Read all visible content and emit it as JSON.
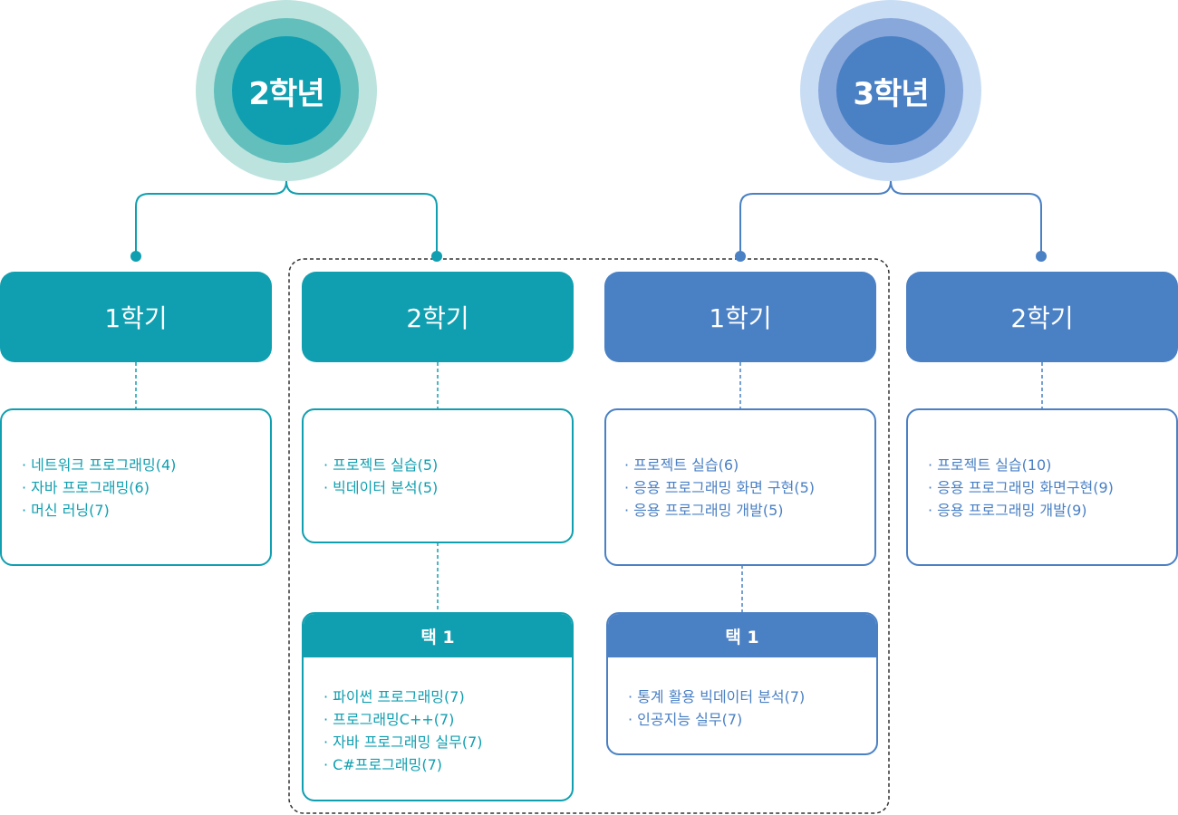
{
  "colors": {
    "teal": "#109fb0",
    "blue": "#4a80c4"
  },
  "years": [
    {
      "label": "2학년",
      "semesters": [
        {
          "label": "1학기",
          "courses": [
            "네트워크 프로그래밍(4)",
            "자바 프로그래밍(6)",
            "머신 러닝(7)"
          ]
        },
        {
          "label": "2학기",
          "courses": [
            "프로젝트 실습(5)",
            "빅데이터 분석(5)"
          ],
          "elective": {
            "label": "택 1",
            "courses": [
              "파이썬 프로그래밍(7)",
              "프로그래밍C++(7)",
              "자바 프로그래밍 실무(7)",
              "C#프로그래밍(7)"
            ]
          }
        }
      ]
    },
    {
      "label": "3학년",
      "semesters": [
        {
          "label": "1학기",
          "courses": [
            "프로젝트 실습(6)",
            "응용 프로그래밍 화면 구현(5)",
            "응용 프로그래밍 개발(5)"
          ],
          "elective": {
            "label": "택 1",
            "courses": [
              "통계 활용 빅데이터 분석(7)",
              "인공지능 실무(7)"
            ]
          }
        },
        {
          "label": "2학기",
          "courses": [
            "프로젝트 실습(10)",
            "응용 프로그래밍 화면구현(9)",
            "응용 프로그래밍 개발(9)"
          ]
        }
      ]
    }
  ]
}
